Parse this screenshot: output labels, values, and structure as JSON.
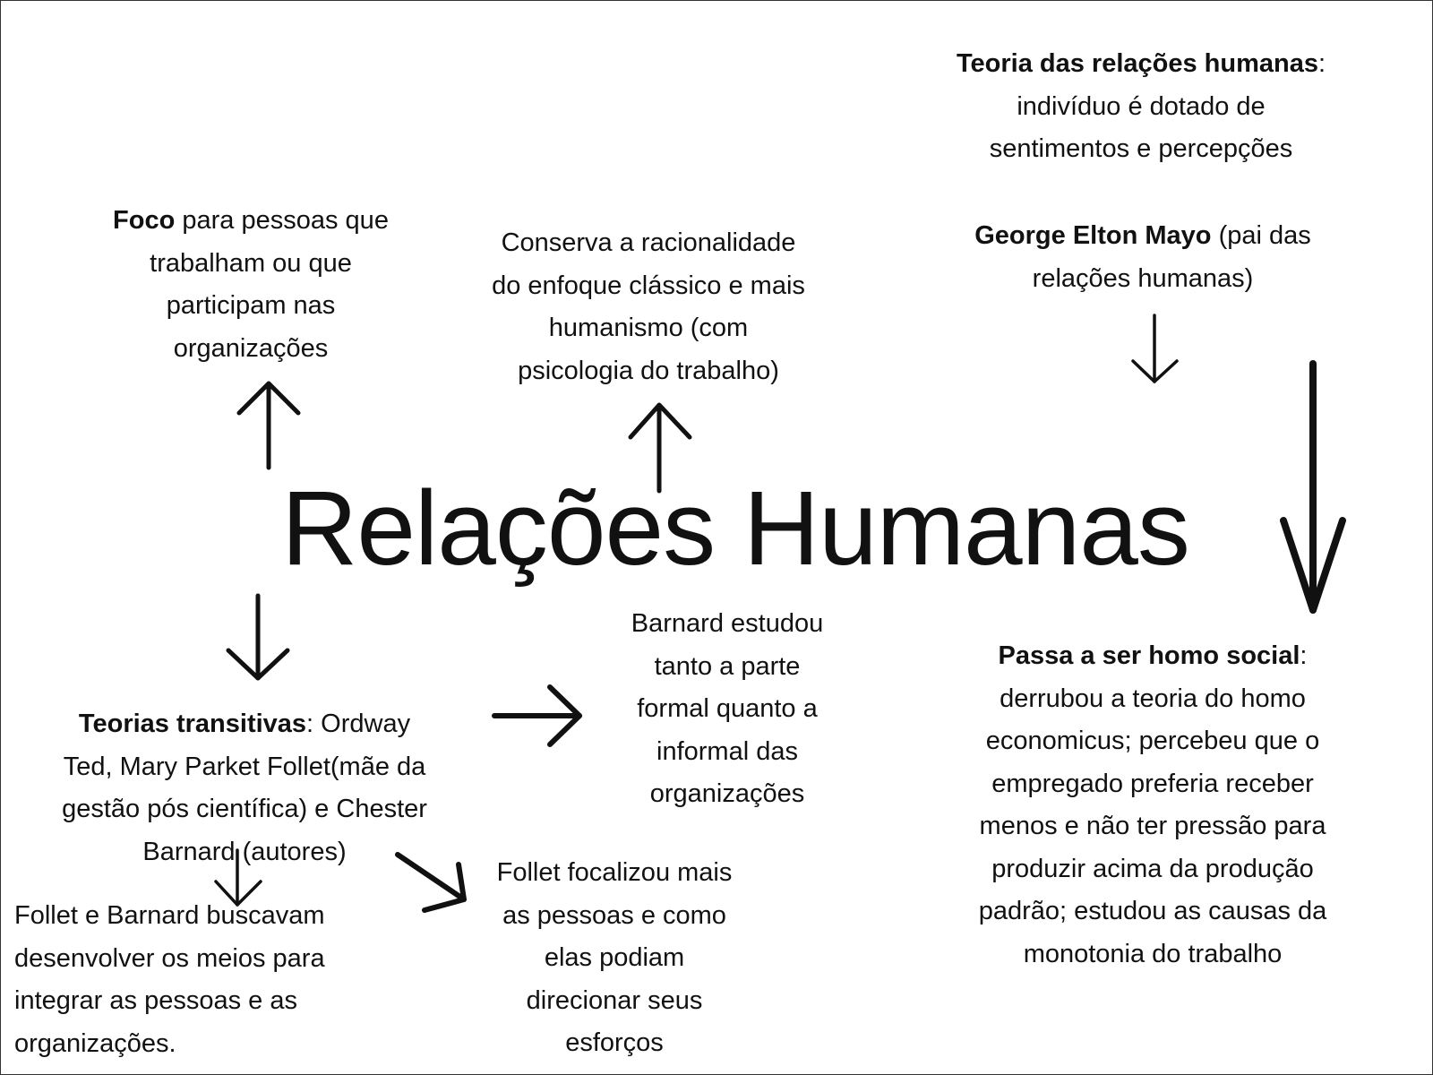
{
  "title": "Relações Humanas",
  "theory": {
    "bold": "Teoria das relações humanas",
    "colon": ":",
    "lines": [
      "indivíduo é dotado de",
      "sentimentos e percepções"
    ]
  },
  "mayo": {
    "bold": "George Elton Mayo",
    "rest": " (pai das",
    "lines": [
      "relações humanas)"
    ]
  },
  "foco": {
    "bold": "Foco",
    "rest": " para pessoas que",
    "lines": [
      "trabalham ou que",
      "participam nas",
      "organizações"
    ]
  },
  "conserva": {
    "lines": [
      "Conserva a racionalidade",
      "do enfoque clássico e mais",
      "humanismo (com",
      "psicologia do trabalho)"
    ]
  },
  "barnard": {
    "lines": [
      "Barnard estudou",
      "tanto a parte",
      "formal quanto a",
      "informal das",
      "organizações"
    ]
  },
  "homo": {
    "bold": "Passa a ser homo social",
    "colon": ":",
    "lines": [
      "derrubou a teoria do homo",
      "economicus; percebeu que o",
      "empregado preferia receber",
      "menos e não ter pressão para",
      "produzir acima da produção",
      "padrão; estudou as causas da",
      "monotonia do trabalho"
    ]
  },
  "transitivas": {
    "bold": "Teorias transitivas",
    "rest": ": Ordway",
    "lines": [
      "Ted, Mary Parket Follet(mãe da",
      "gestão pós científica) e Chester",
      "Barnard (autores)"
    ]
  },
  "integrar": {
    "lines": [
      "Follet  e Barnard buscavam",
      "desenvolver os meios para",
      "integrar as pessoas e as",
      "organizações."
    ]
  },
  "focalizou": {
    "lines": [
      "Follet focalizou mais",
      "as pessoas e como",
      "elas podiam",
      "direcionar seus",
      "esforços"
    ]
  }
}
